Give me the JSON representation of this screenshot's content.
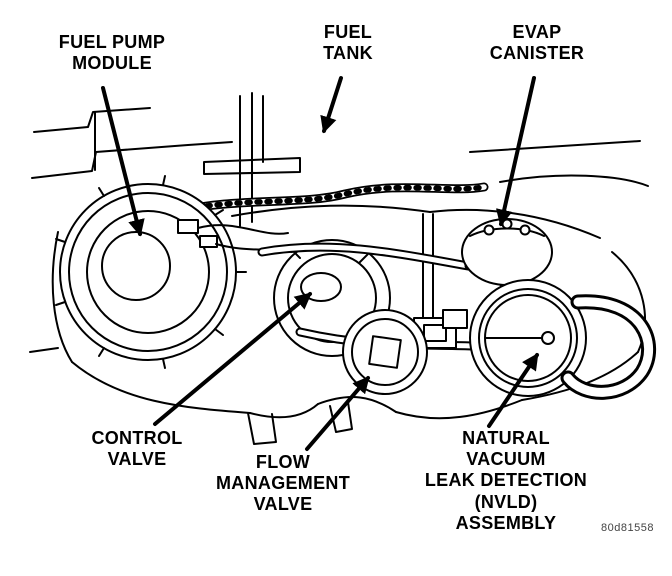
{
  "figure": {
    "code": "80d81558"
  },
  "labels": {
    "fuel_pump_module": "FUEL PUMP\nMODULE",
    "fuel_tank": "FUEL\nTANK",
    "evap_canister": "EVAP\nCANISTER",
    "control_valve": "CONTROL\nVALVE",
    "flow_management_valve": "FLOW\nMANAGEMENT\nVALVE",
    "nvld_assembly": "NATURAL VACUUM\nLEAK DETECTION\n(NVLD) ASSEMBLY"
  },
  "colors": {
    "line": "#000000",
    "background": "#ffffff"
  }
}
